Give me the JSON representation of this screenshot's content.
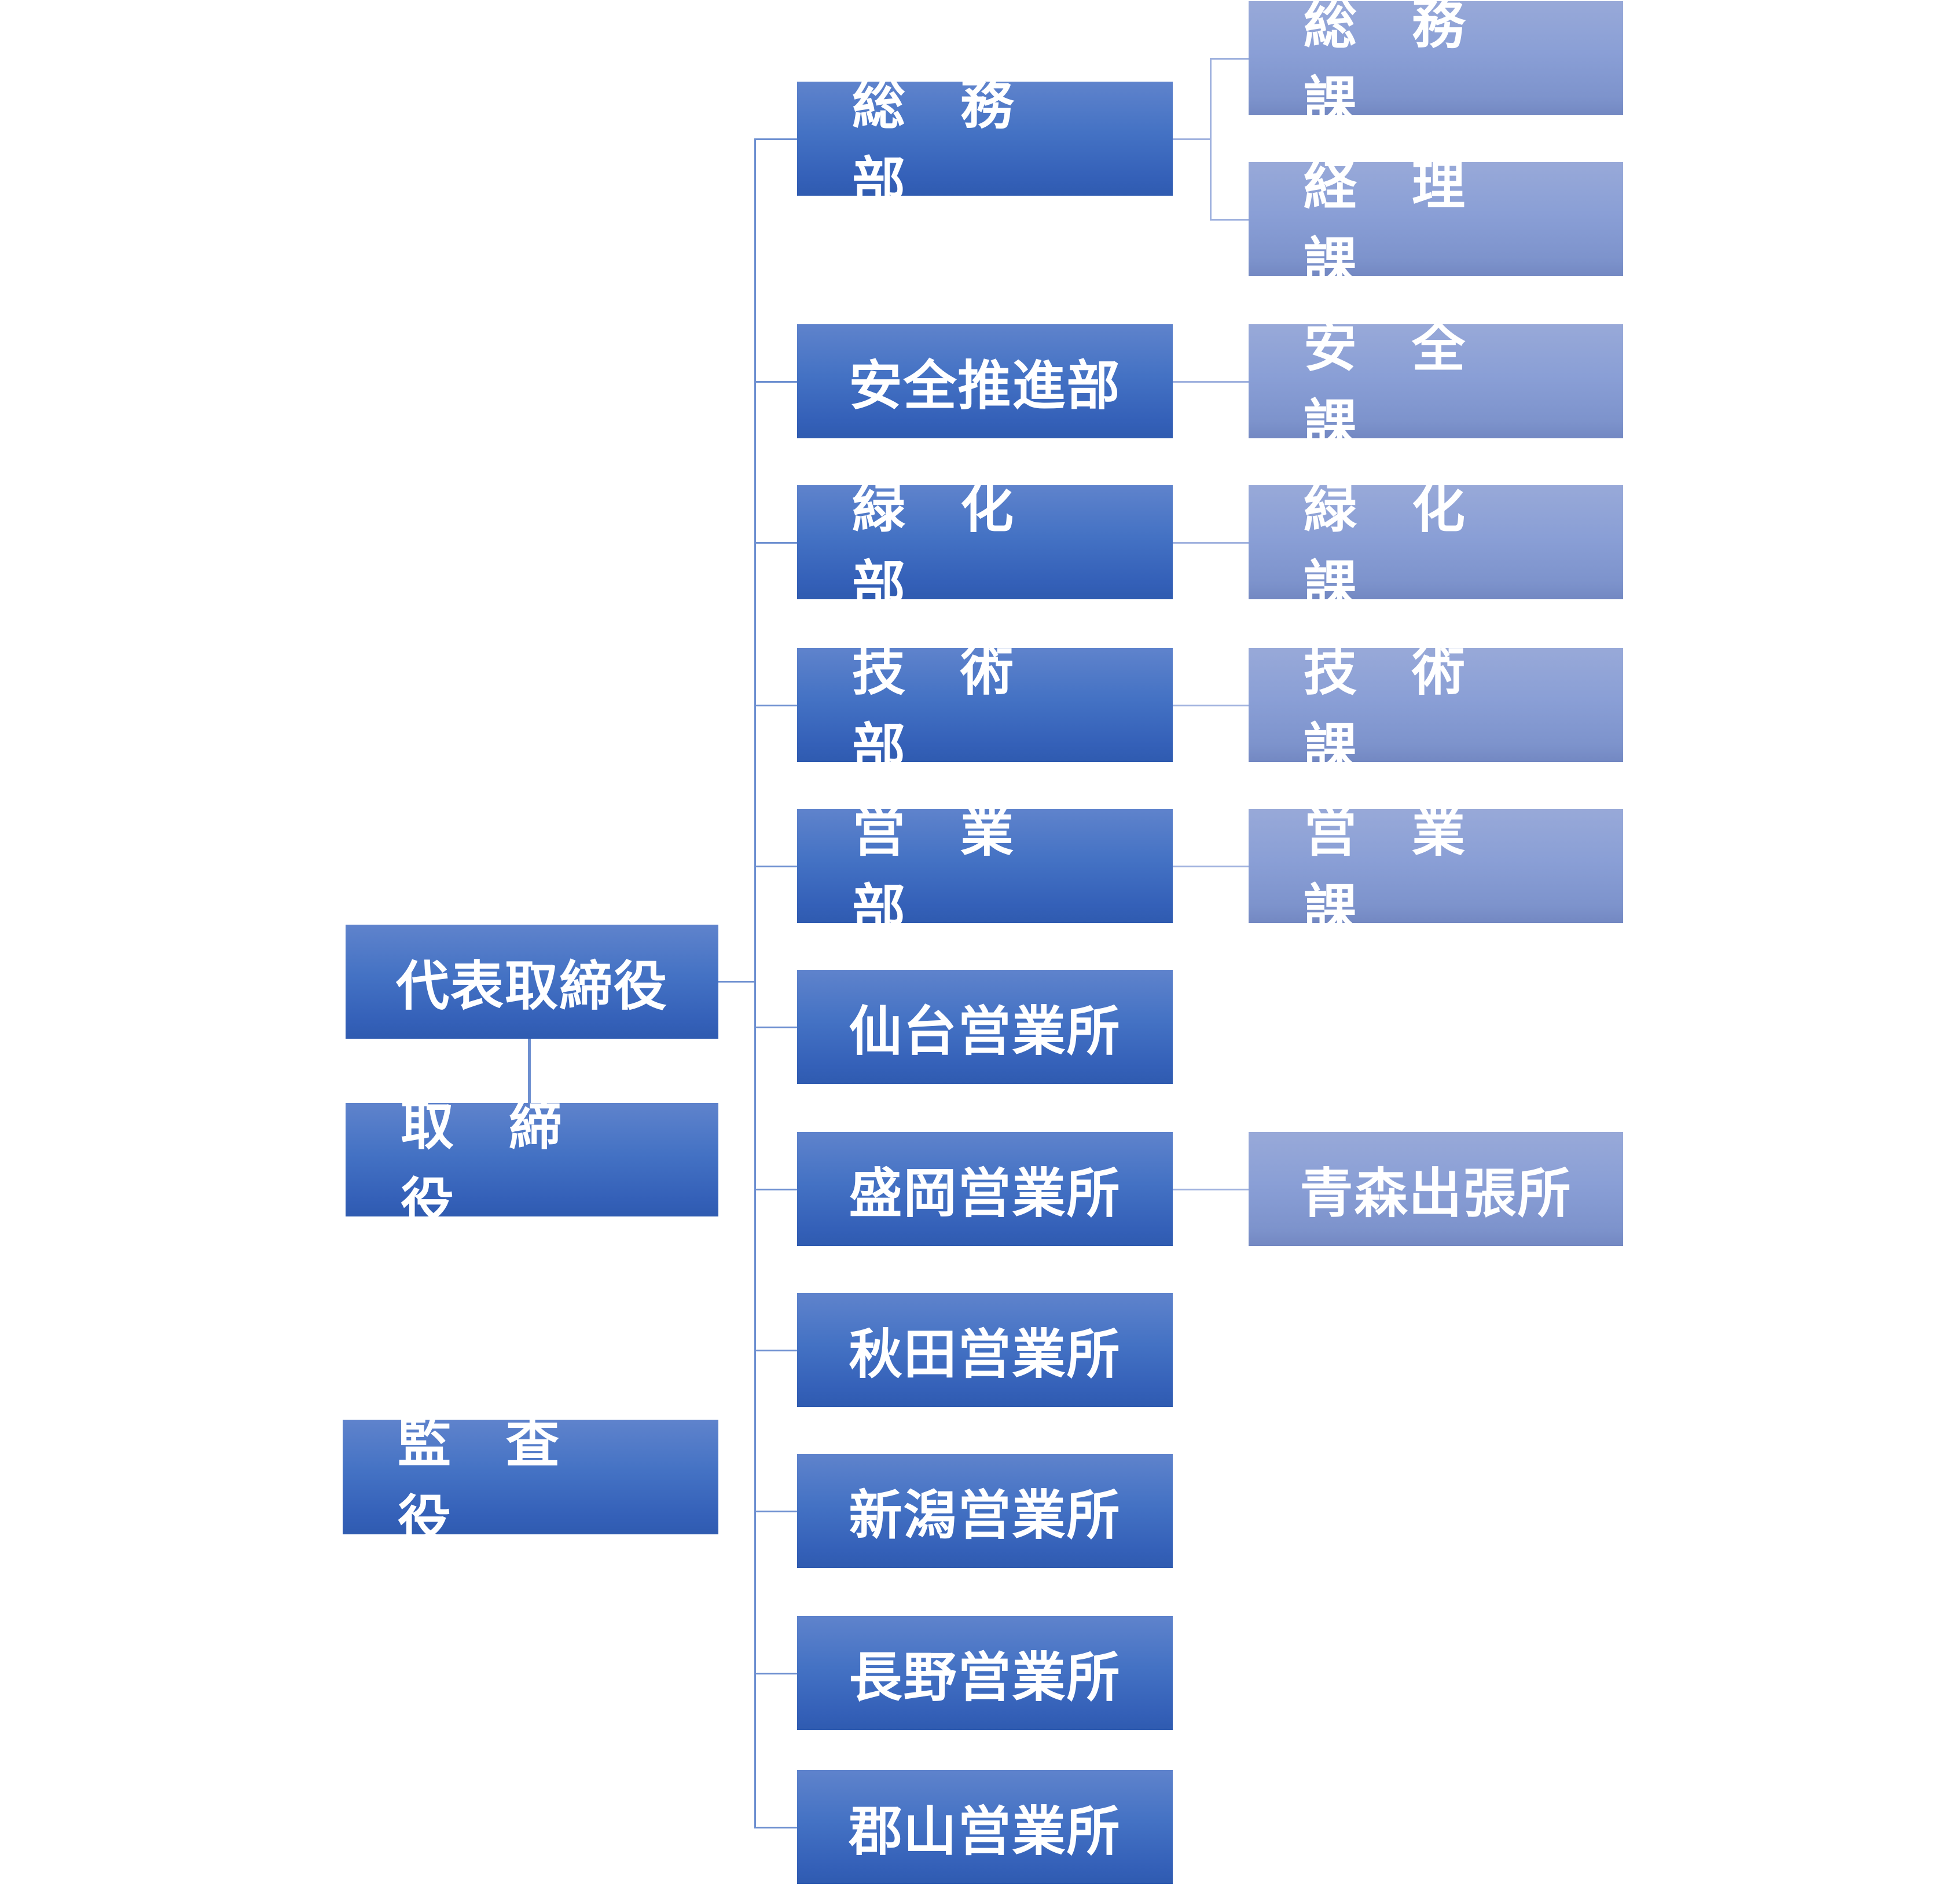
{
  "chart_title": "",
  "executives": {
    "president": "代表取締役",
    "directors": "取締役",
    "auditor": "監査役"
  },
  "departments": [
    {
      "name": "総務部",
      "spaced": true,
      "sections": [
        "総務課",
        "経理課"
      ]
    },
    {
      "name": "安全推進部",
      "spaced": false,
      "sections": [
        "安全課"
      ]
    },
    {
      "name": "緑化部",
      "spaced": true,
      "sections": [
        "緑化課"
      ]
    },
    {
      "name": "技術部",
      "spaced": true,
      "sections": [
        "技術課"
      ]
    },
    {
      "name": "営業部",
      "spaced": true,
      "sections": [
        "営業課"
      ]
    },
    {
      "name": "仙台営業所",
      "spaced": false,
      "sections": []
    },
    {
      "name": "盛岡営業所",
      "spaced": false,
      "sections": [
        "青森出張所"
      ]
    },
    {
      "name": "秋田営業所",
      "spaced": false,
      "sections": []
    },
    {
      "name": "新潟営業所",
      "spaced": false,
      "sections": []
    },
    {
      "name": "長野営業所",
      "spaced": false,
      "sections": []
    },
    {
      "name": "郡山営業所",
      "spaced": false,
      "sections": []
    }
  ],
  "colors": {
    "primary_box": "#4472c4",
    "secondary_box": "#8a9fd6",
    "connector": "#6d8fd0",
    "text": "#ffffff"
  }
}
